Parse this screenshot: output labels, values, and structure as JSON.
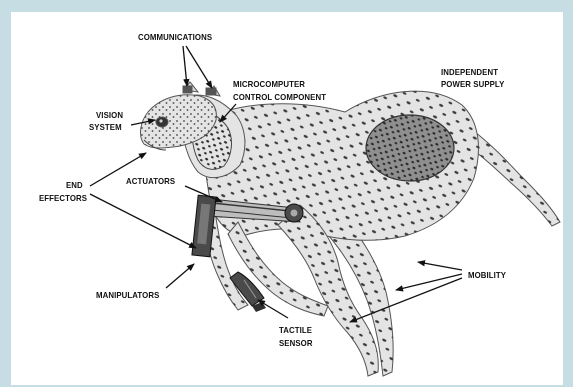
{
  "diagram": {
    "labels": {
      "communications": "COMMUNICATIONS",
      "microcomputer_line1": "MICROCOMPUTER",
      "microcomputer_line2": "CONTROL COMPONENT",
      "power_line1": "INDEPENDENT",
      "power_line2": "POWER SUPPLY",
      "vision_line1": "VISION",
      "vision_line2": "SYSTEM",
      "end_effectors_line1": "END",
      "end_effectors_line2": "EFFECTORS",
      "actuators": "ACTUATORS",
      "mobility": "MOBILITY",
      "manipulators": "MANIPULATORS",
      "tactile_line1": "TACTILE",
      "tactile_line2": "SENSOR"
    },
    "colors": {
      "frame": "#c6dde3",
      "background": "#ffffff",
      "fur": "#e4e4e4",
      "spots": "#3b3b3b",
      "power_supply": "#8f8f8f",
      "mechanical_parts": "#4a4a4a"
    }
  }
}
